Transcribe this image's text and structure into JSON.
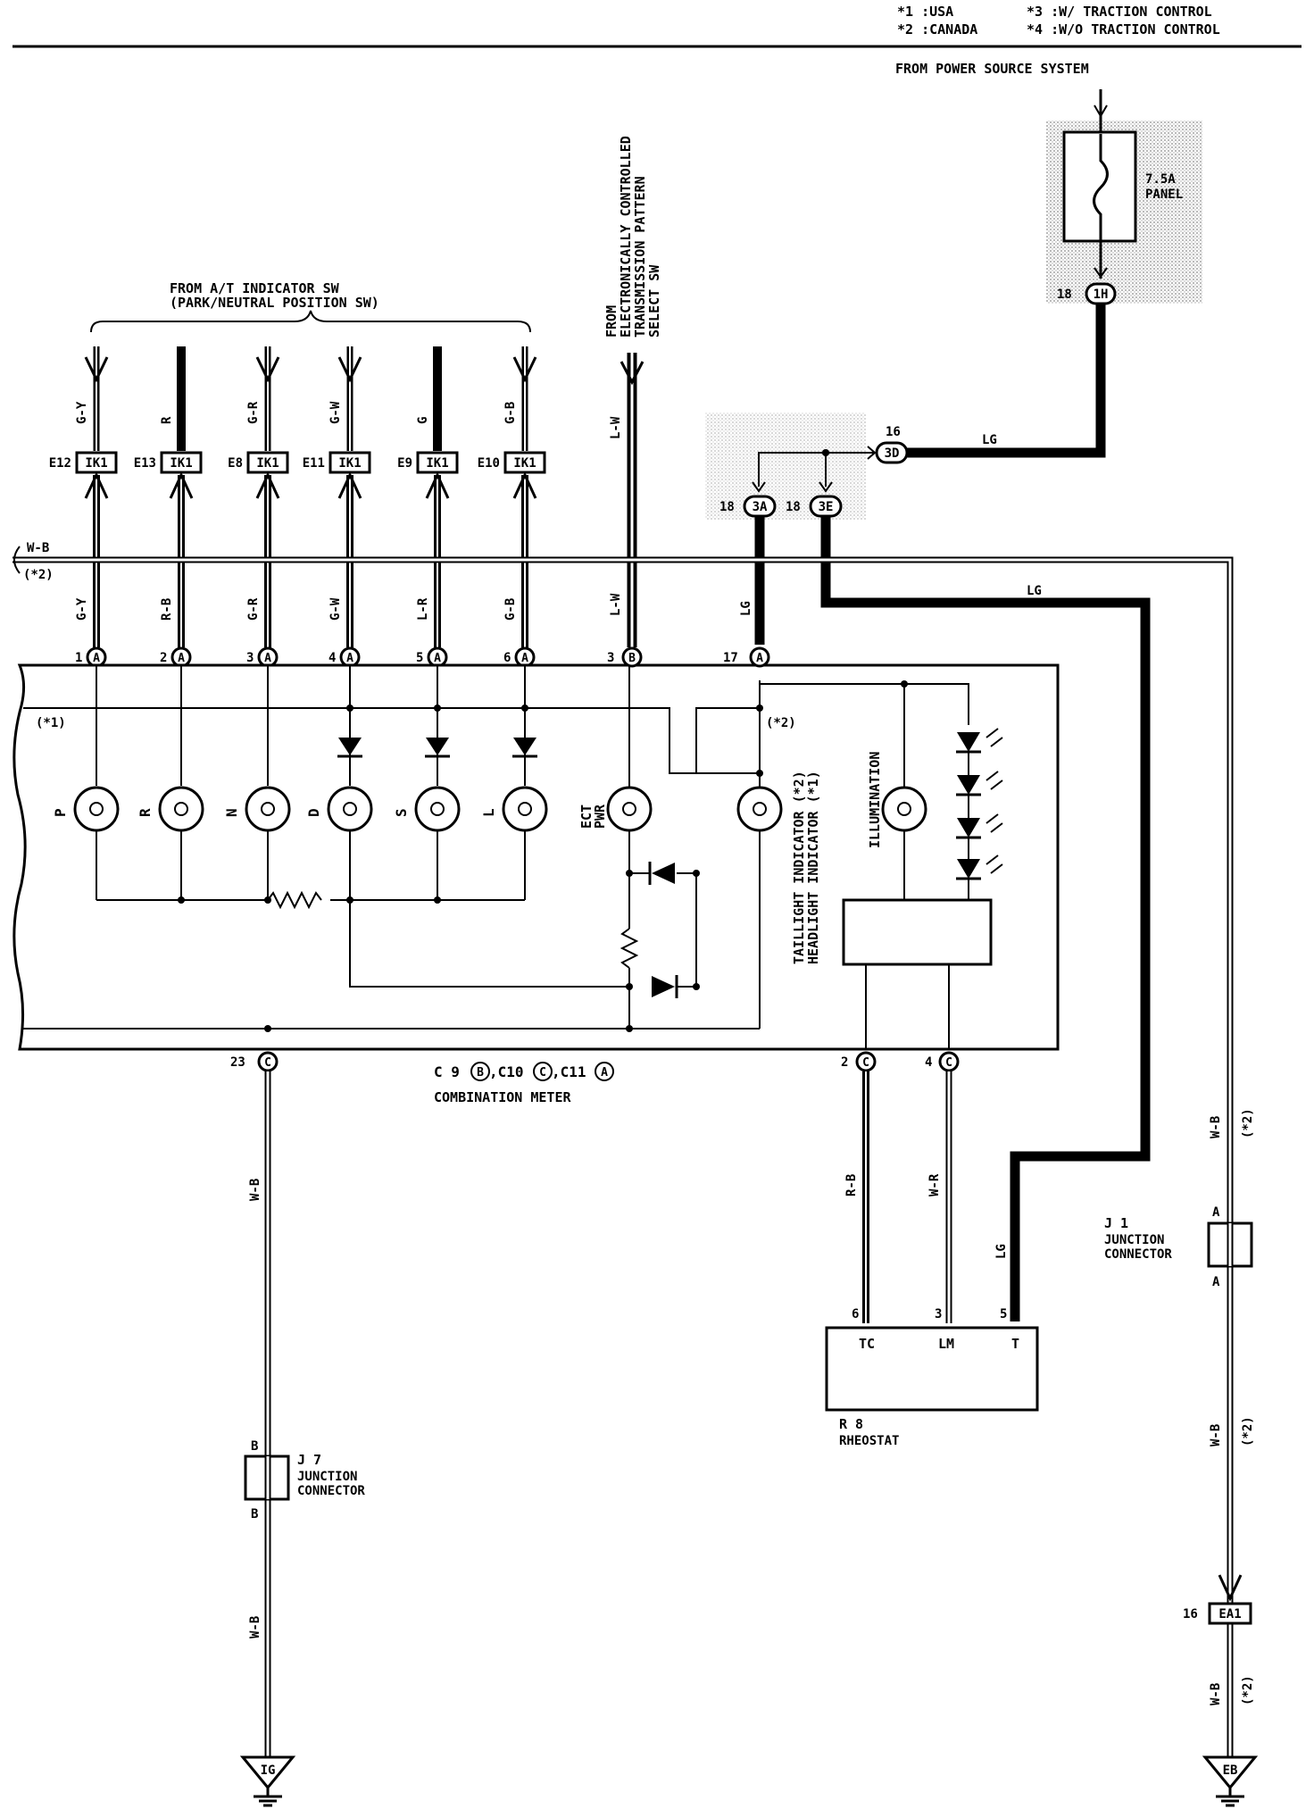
{
  "legend": {
    "l1": "*1 :USA",
    "l2": "*2 :CANADA",
    "l3": "*3 :W/ TRACTION CONTROL",
    "l4": "*4 :W/O TRACTION CONTROL"
  },
  "power": {
    "source": "FROM POWER SOURCE SYSTEM",
    "fuse_rating": "7.5A",
    "fuse_name": "PANEL",
    "conn_pin": "18",
    "conn": "1H"
  },
  "at_indicator": {
    "line1": "FROM A/T INDICATOR SW",
    "line2": "(PARK/NEUTRAL POSITION SW)"
  },
  "ect": {
    "line1": "FROM",
    "line2": "ELECTRONICALLY CONTROLLED",
    "line3": "TRANSMISSION PATTERN",
    "line4": "SELECT SW",
    "wire": "L-W"
  },
  "ik1_connectors": [
    {
      "pin": "E12",
      "id": "IK1",
      "wire_top": "G-Y",
      "wire_bottom": "G-Y",
      "meter_pin": "1",
      "meter_conn": "A",
      "lamp": "P"
    },
    {
      "pin": "E13",
      "id": "IK1",
      "wire_top": "R",
      "wire_bottom": "R-B",
      "meter_pin": "2",
      "meter_conn": "A",
      "lamp": "R"
    },
    {
      "pin": "E8",
      "id": "IK1",
      "wire_top": "G-R",
      "wire_bottom": "G-R",
      "meter_pin": "3",
      "meter_conn": "A",
      "lamp": "N"
    },
    {
      "pin": "E11",
      "id": "IK1",
      "wire_top": "G-W",
      "wire_bottom": "G-W",
      "meter_pin": "4",
      "meter_conn": "A",
      "lamp": "D"
    },
    {
      "pin": "E9",
      "id": "IK1",
      "wire_top": "G",
      "wire_bottom": "L-R",
      "meter_pin": "5",
      "meter_conn": "A",
      "lamp": "S"
    },
    {
      "pin": "E10",
      "id": "IK1",
      "wire_top": "G-B",
      "wire_bottom": "G-B",
      "meter_pin": "6",
      "meter_conn": "A",
      "lamp": "L"
    }
  ],
  "ect_meter": {
    "pin": "3",
    "conn": "B",
    "lamp1": "ECT",
    "lamp2": "PWR"
  },
  "junction_3": {
    "d_pin": "16",
    "d": "3D",
    "a_pin": "18",
    "a": "3A",
    "e_pin": "18",
    "e": "3E",
    "wire": "LG"
  },
  "meter_17": {
    "pin": "17",
    "conn": "A",
    "wire": "LG"
  },
  "wb_left": {
    "wire": "W-B",
    "note": "(*2)"
  },
  "meter": {
    "note_usa": "(*1)",
    "note_can": "(*2)",
    "indicator1": "TAILLIGHT INDICATOR (*2)",
    "indicator2": "HEADLIGHT INDICATOR (*1)",
    "illumination": "ILLUMINATION",
    "caption1": "C 9",
    "caption1c": "B",
    "caption2": ",C10",
    "caption2c": "C",
    "caption3": ",C11",
    "caption3c": "A",
    "name": "COMBINATION METER"
  },
  "ground_left": {
    "pin": "23",
    "conn": "C",
    "wire": "W-B",
    "jc_pin_top": "B",
    "jc_pin_bottom": "B",
    "jc_id": "J 7",
    "jc_name1": "JUNCTION",
    "jc_name2": "CONNECTOR",
    "ground": "IG"
  },
  "rheostat": {
    "pin_tc": "2",
    "conn_tc": "C",
    "wire_tc": "R-B",
    "pin_lm": "4",
    "conn_lm": "C",
    "wire_lm": "W-R",
    "wire_t": "LG",
    "term_tc_pin": "6",
    "term_lm_pin": "3",
    "term_t_pin": "5",
    "term_tc": "TC",
    "term_lm": "LM",
    "term_t": "T",
    "id": "R 8",
    "name": "RHEOSTAT"
  },
  "ground_right": {
    "wire": "W-B",
    "note": "(*2)",
    "jc_pin_top": "A",
    "jc_pin_bottom": "A",
    "jc_id": "J 1",
    "jc_name1": "JUNCTION",
    "jc_name2": "CONNECTOR",
    "conn_pin": "16",
    "conn": "EA1",
    "ground": "EB"
  }
}
